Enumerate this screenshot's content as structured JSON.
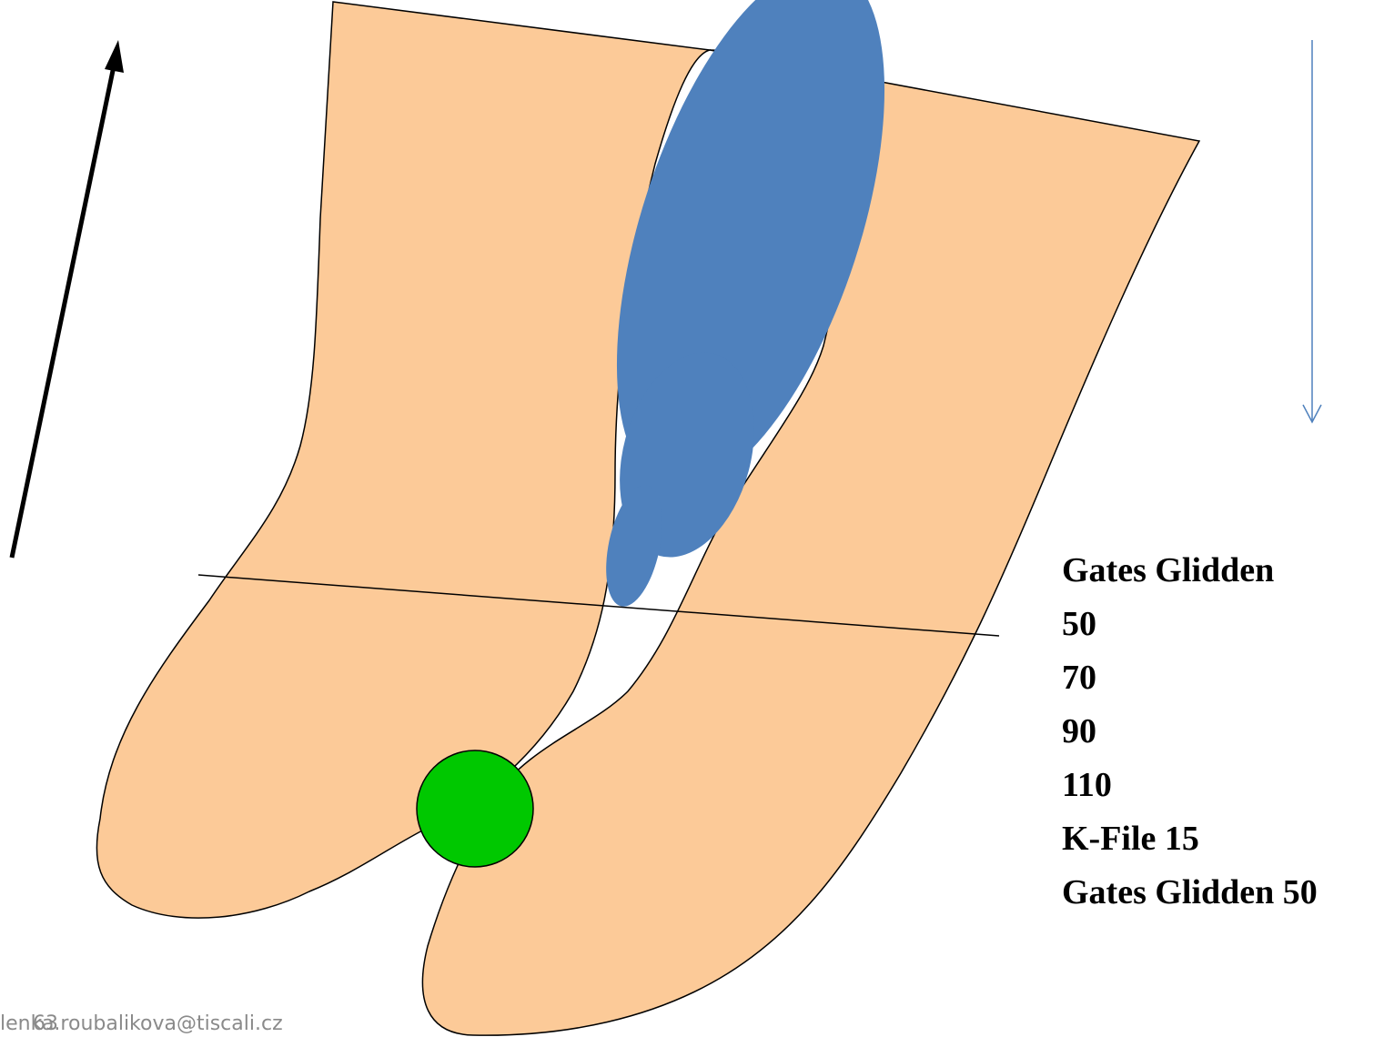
{
  "colors": {
    "tooth": "#FCCA98",
    "outline": "#000000",
    "instrument": "#4F81BD",
    "marker": "#00C800",
    "arrow_up": "#000000",
    "arrow_down": "#4F81BD",
    "footer_text": "#8a8a8a"
  },
  "sequence": {
    "items": [
      "Gates Glidden",
      "50",
      "70",
      "90",
      "110",
      "K-File 15",
      "Gates Glidden 50"
    ]
  },
  "footer": {
    "email": "lenka.roubalikova@tiscali.cz",
    "slide_number": "63"
  }
}
